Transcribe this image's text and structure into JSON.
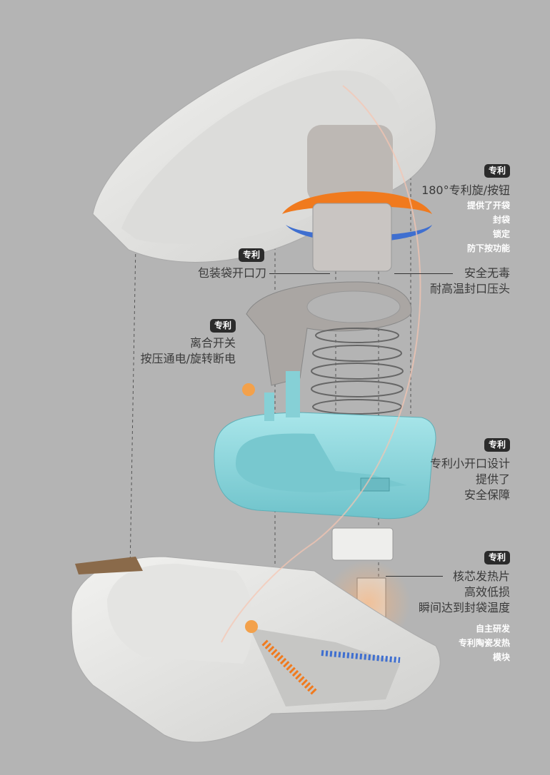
{
  "badge_label": "专利",
  "callouts": {
    "knob": {
      "title": "180°专利旋/按钮",
      "features": [
        "提供了开袋",
        "封袋",
        "锁定",
        "防下按功能"
      ]
    },
    "cutter": {
      "title": "包装袋开口刀"
    },
    "press_head": {
      "lines": [
        "安全无毒",
        "耐高温封口压头"
      ]
    },
    "clutch": {
      "lines": [
        "离合开关",
        "按压通电/旋转断电"
      ]
    },
    "opening": {
      "lines": [
        "专利小开口设计",
        "提供了",
        "安全保障"
      ]
    },
    "heater": {
      "lines": [
        "核芯发热片",
        "高效低损",
        "瞬间达到封袋温度"
      ],
      "features": [
        "自主研发",
        "专利陶瓷发热",
        "模块"
      ]
    }
  },
  "colors": {
    "background": "#b4b4b4",
    "accent_orange": "#f07a1e",
    "accent_blue": "#3f6fd0",
    "teal_part": "#8fd9df"
  }
}
